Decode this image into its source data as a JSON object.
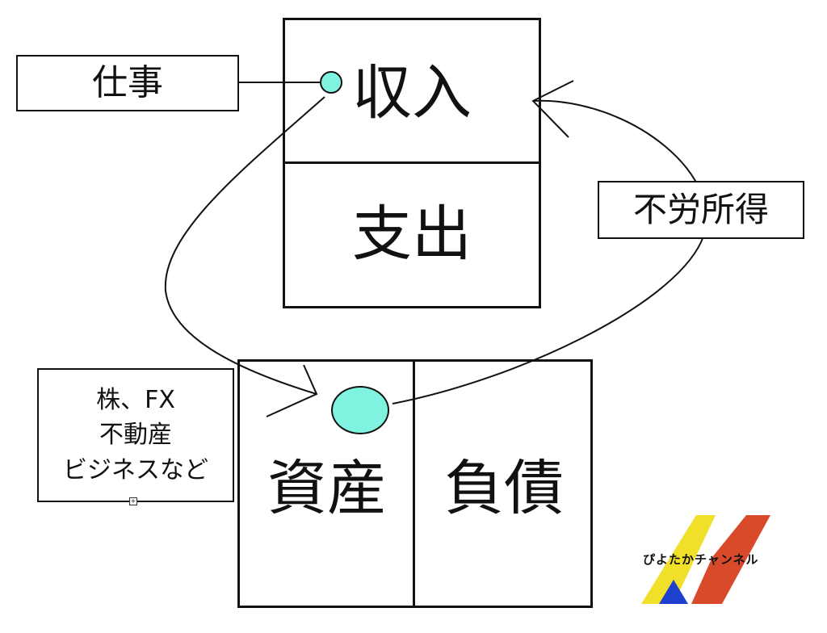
{
  "top_box": {
    "income": "収入",
    "expense": "支出"
  },
  "bottom_box": {
    "assets": "資産",
    "liabilities": "負債"
  },
  "labels": {
    "work": "仕事",
    "passive_income": "不労所得",
    "asset_examples": [
      "株、FX",
      "不動産",
      "ビジネスなど"
    ]
  },
  "logo": {
    "text": "ぴよたかチャンネル",
    "colors": [
      "#f0e02a",
      "#1f3fcf",
      "#d94a2a"
    ]
  },
  "dot_color": "#7ff3e0"
}
